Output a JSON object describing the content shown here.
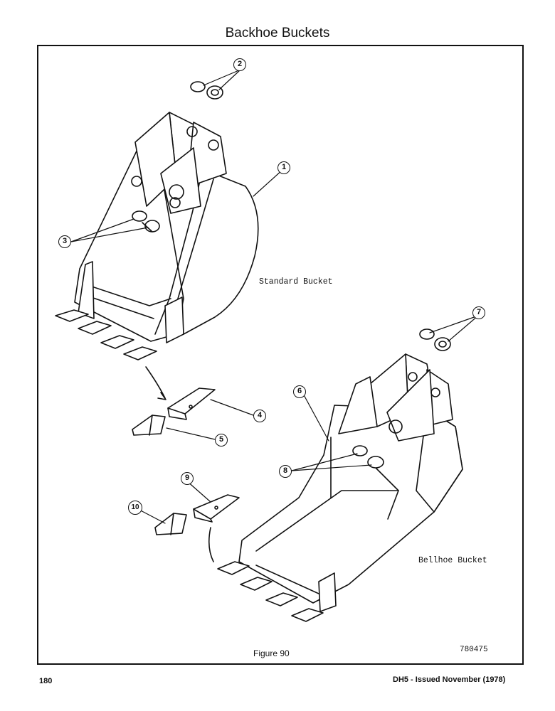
{
  "page": {
    "title": "Backhoe Buckets",
    "page_number": "180",
    "footer_right": "DH5 - Issued November (1978)"
  },
  "figure": {
    "caption": "Figure 90",
    "drawing_number": "780475",
    "labels": {
      "standard_bucket": "Standard Bucket",
      "bellhoe_bucket": "Bellhoe Bucket"
    },
    "callouts": [
      "1",
      "2",
      "3",
      "4",
      "5",
      "6",
      "7",
      "8",
      "9",
      "10"
    ]
  }
}
